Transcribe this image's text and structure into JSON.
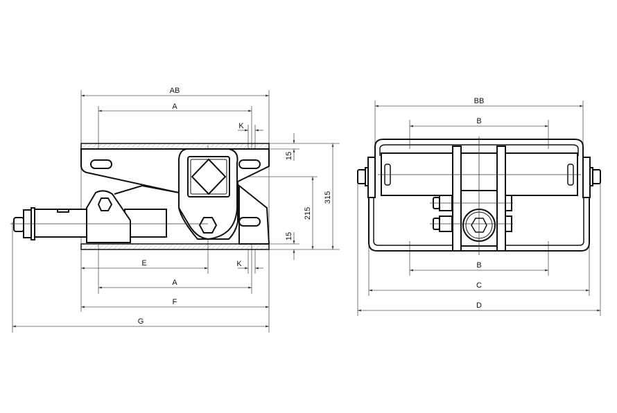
{
  "side_view": {
    "dimensions": {
      "ab": "AB",
      "a_top": "A",
      "k_top": "K",
      "top_plate_thickness": "15",
      "pad_height": "215",
      "overall_height": "315",
      "bottom_plate_thickness": "15",
      "e": "E",
      "k_bottom": "K",
      "a_bottom": "A",
      "f": "F",
      "g": "G"
    }
  },
  "front_view": {
    "dimensions": {
      "bb": "BB",
      "b_top": "B",
      "b_bottom": "B",
      "c": "C",
      "d": "D"
    }
  }
}
